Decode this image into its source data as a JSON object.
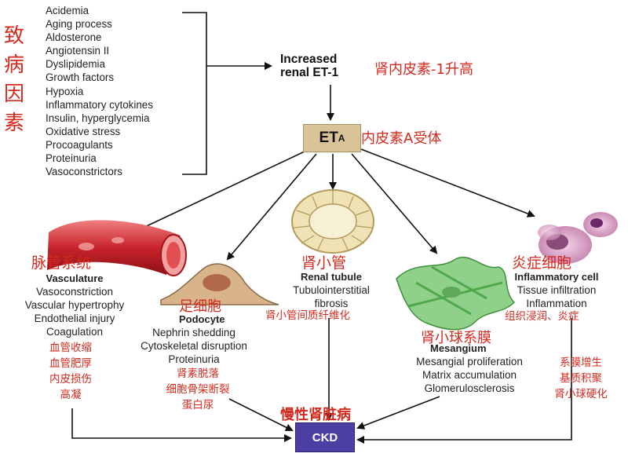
{
  "factors": {
    "cn_label": [
      "致",
      "病",
      "因",
      "素"
    ],
    "items": [
      "Acidemia",
      "Aging process",
      "Aldosterone",
      "Angiotensin II",
      "Dyslipidemia",
      "Growth factors",
      "Hypoxia",
      "Inflammatory cytokines",
      "Insulin, hyperglycemia",
      "Oxidative stress",
      "Procoagulants",
      "Proteinuria",
      "Vasoconstrictors"
    ]
  },
  "et1": {
    "line1": "Increased",
    "line2": "renal ET-1",
    "cn": "肾内皮素-1升高"
  },
  "eta": {
    "label": "ET",
    "sub": "A",
    "cn": "内皮素A受体"
  },
  "vasculature": {
    "cn_title": "脉管系统",
    "title": "Vasculature",
    "effects": [
      "Vasoconstriction",
      "Vascular hypertrophy",
      "Endothelial injury",
      "Coagulation"
    ],
    "cn_effects": [
      "血管收缩",
      "血管肥厚",
      "内皮损伤",
      "高凝"
    ]
  },
  "podocyte": {
    "cn_title": "足细胞",
    "title": "Podocyte",
    "effects": [
      "Nephrin shedding",
      "Cytoskeletal disruption",
      "Proteinuria"
    ],
    "cn_effects": [
      "肾素脱落",
      "细胞骨架断裂",
      "蛋白尿"
    ]
  },
  "tubule": {
    "cn_title": "肾小管",
    "title": "Renal tubule",
    "effects": [
      "Tubulointerstitial",
      "fibrosis"
    ],
    "cn_effects": [
      "肾小管间质纤维化"
    ]
  },
  "mesangium": {
    "cn_title": "肾小球系膜",
    "title": "Mesangium",
    "effects": [
      "Mesangial proliferation",
      "Matrix accumulation",
      "Glomerulosclerosis"
    ],
    "cn_effects": [
      "系膜增生",
      "基质积聚",
      "肾小球硬化"
    ]
  },
  "inflammatory": {
    "cn_title": "炎症细胞",
    "title": "Inflammatory cell",
    "effects": [
      "Tissue infiltration",
      "Inflammation"
    ],
    "cn_effects": [
      "组织浸润、炎症"
    ]
  },
  "ckd": {
    "cn": "慢性肾脏病",
    "label": "CKD"
  },
  "colors": {
    "red": "#d42a1e",
    "ckd": "#4b3fa3",
    "eta": "#d9c49a"
  }
}
